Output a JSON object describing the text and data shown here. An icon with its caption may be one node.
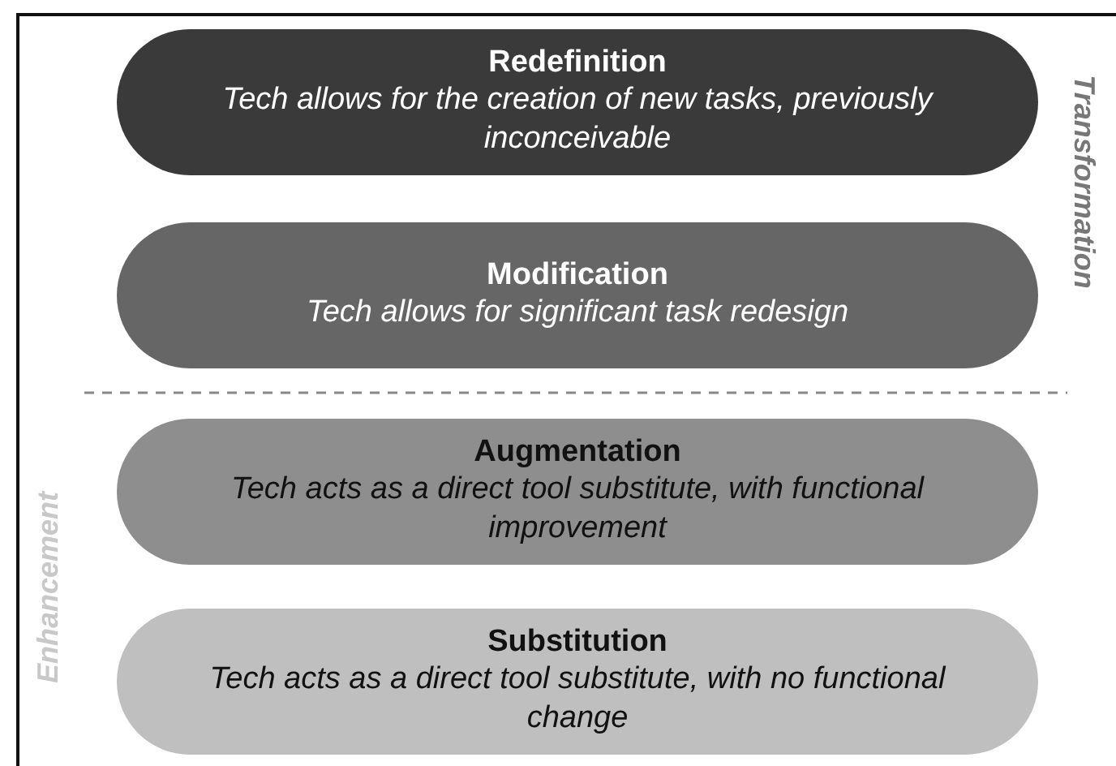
{
  "diagram": {
    "nodes": [
      {
        "text": [
          "Redefinition",
          "Tech allows for the creation of new tasks, previously inconceivable"
        ]
      },
      {
        "text": [
          "Modification",
          "Tech allows for significant task redesign"
        ]
      },
      {
        "text": [
          "Augmentation",
          "Tech acts as a direct tool substitute, with functional improvement"
        ]
      },
      {
        "text": [
          "Substitution",
          "Tech acts as a direct tool substitute, with no functional change"
        ]
      }
    ],
    "labels": [
      "Transformation",
      "Enhancement"
    ]
  }
}
